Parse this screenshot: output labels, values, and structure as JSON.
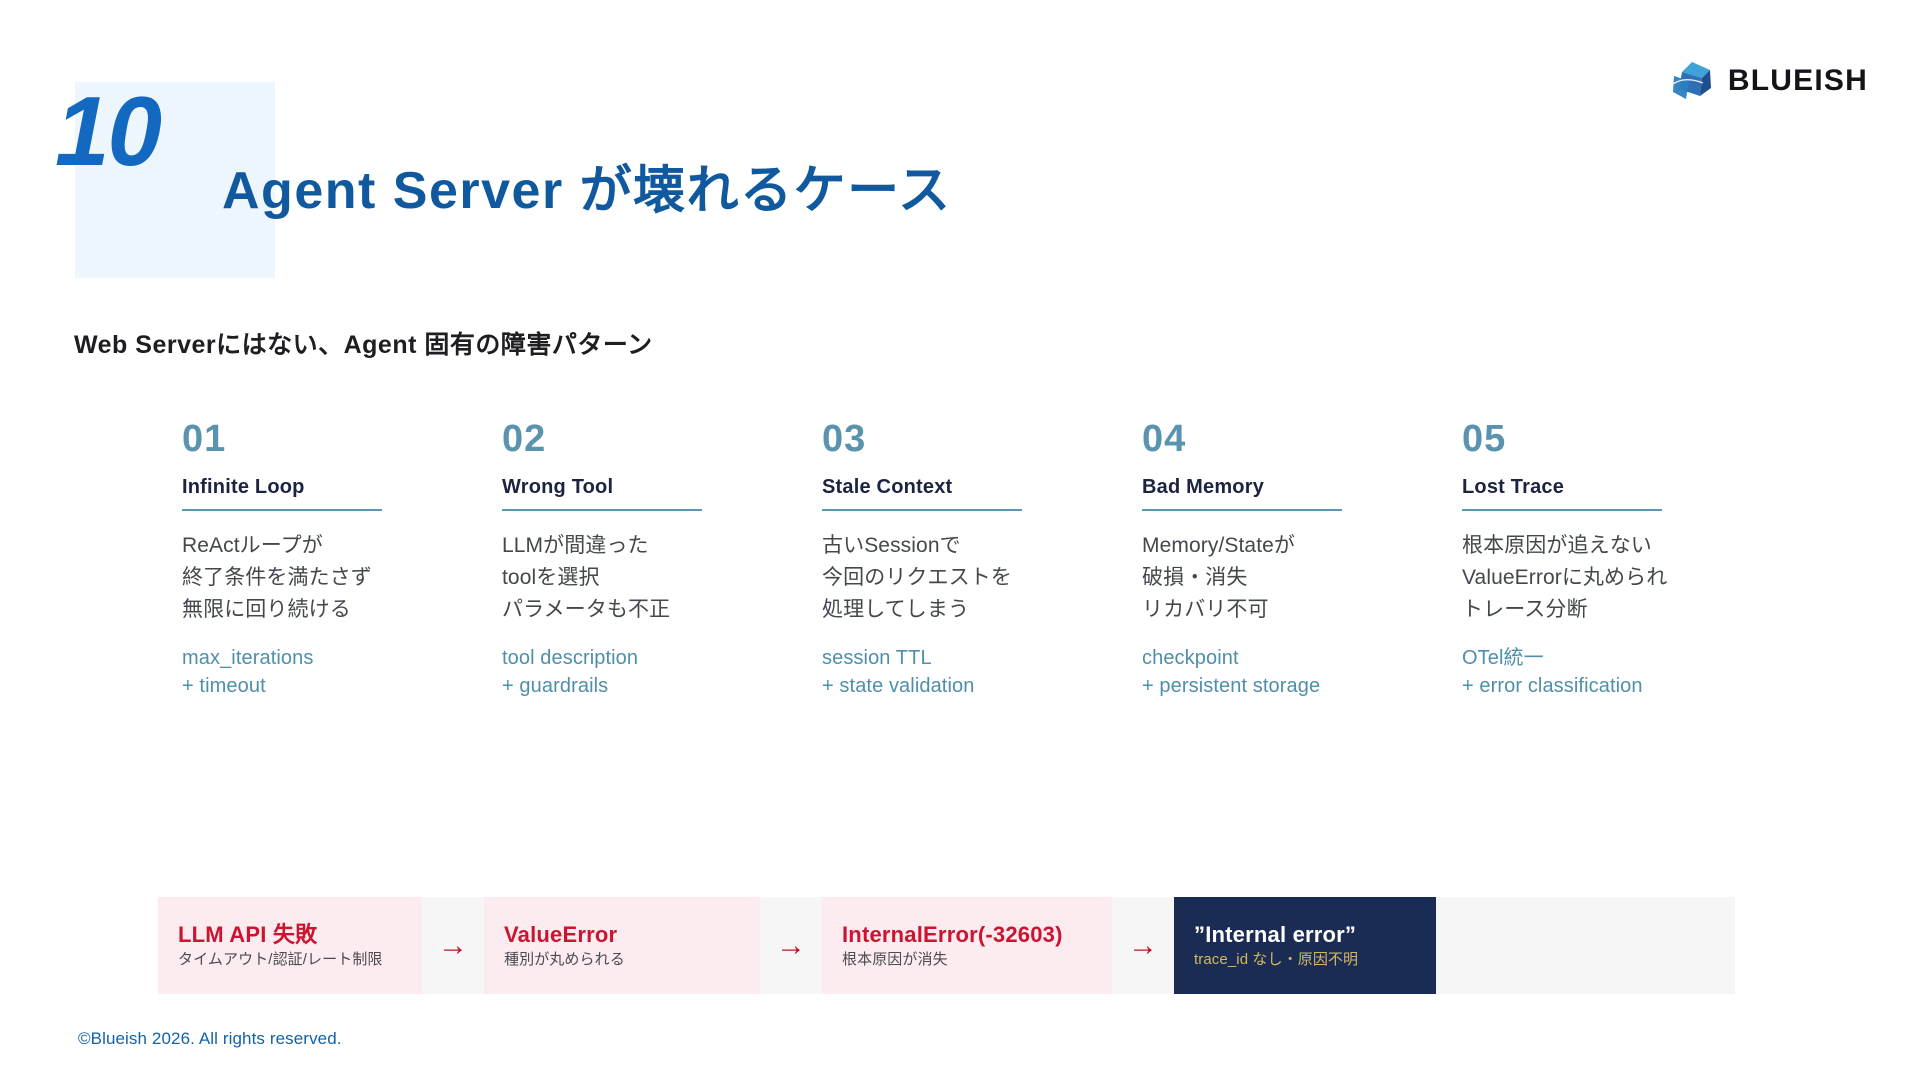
{
  "header": {
    "slide_number": "10",
    "title": "Agent Server が壊れるケース",
    "logo_text": "BLUEISH",
    "logo_icon": "blue-cube-icon",
    "accent_blue": "#10599f",
    "badge_bg": "#eef6fd"
  },
  "subtitle": "Web Serverにはない、Agent 固有の障害パターン",
  "columns": [
    {
      "number": "01",
      "title": "Infinite Loop",
      "description": "ReActループが\n終了条件を満たさず\n無限に回り続ける",
      "fix": "max_iterations\n+ timeout"
    },
    {
      "number": "02",
      "title": "Wrong Tool",
      "description": "LLMが間違った\ntoolを選択\nパラメータも不正",
      "fix": "tool description\n+ guardrails"
    },
    {
      "number": "03",
      "title": "Stale Context",
      "description": "古いSessionで\n今回のリクエストを\n処理してしまう",
      "fix": "session TTL\n+ state validation"
    },
    {
      "number": "04",
      "title": "Bad Memory",
      "description": "Memory/Stateが\n破損・消失\nリカバリ不可",
      "fix": "checkpoint\n+ persistent storage"
    },
    {
      "number": "05",
      "title": "Lost Trace",
      "description": "根本原因が追えない\nValueErrorに丸められ\nトレース分断",
      "fix": "OTel統一\n+ error classification"
    }
  ],
  "flow": {
    "arrow_glyph": "→",
    "steps": [
      {
        "title": "LLM API 失敗",
        "sub": "タイムアウト/認証/レート制限",
        "style": "pink"
      },
      {
        "title": "ValueError",
        "sub": "種別が丸められる",
        "style": "pink"
      },
      {
        "title": "InternalError(-32603)",
        "sub": "根本原因が消失",
        "style": "pink"
      },
      {
        "title": "”Internal error”",
        "sub": "trace_id なし・原因不明",
        "style": "navy"
      }
    ],
    "pink_bg": "#fdecef",
    "navy_bg": "#1b2c54",
    "arrow_color": "#c21127"
  },
  "footer": "©Blueish 2026. All rights reserved."
}
